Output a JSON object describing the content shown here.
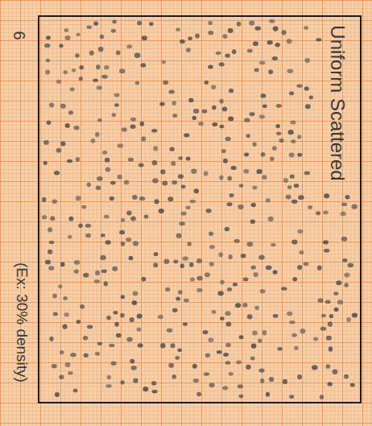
{
  "diagram": {
    "labels": [
      "6",
      "Uniform Scattered",
      "(Ex: 30% density)"
    ]
  }
}
